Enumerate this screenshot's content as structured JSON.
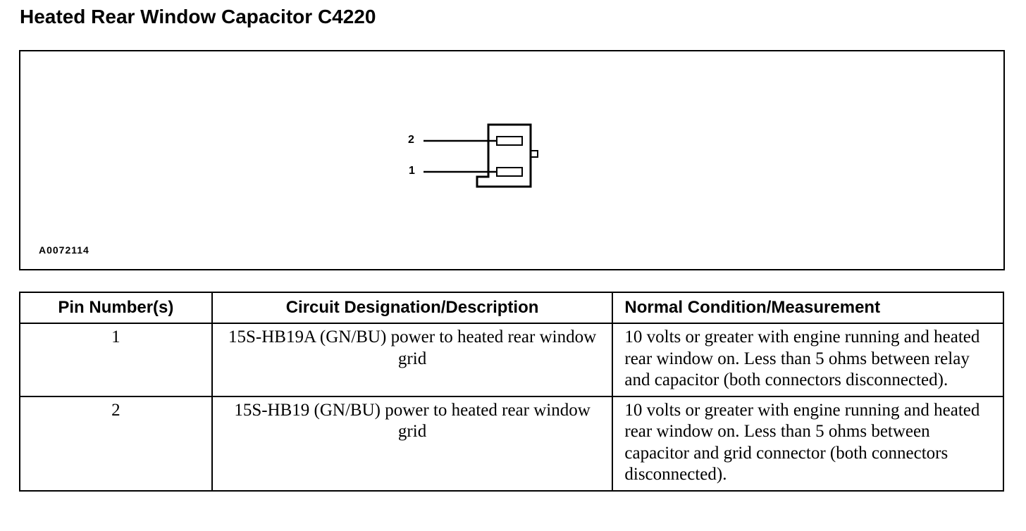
{
  "title": "Heated Rear Window Capacitor C4220",
  "figure": {
    "id": "A0072114",
    "pin_labels": [
      "2",
      "1"
    ]
  },
  "table": {
    "headers": [
      "Pin Number(s)",
      "Circuit Designation/Description",
      "Normal Condition/Measurement"
    ],
    "rows": [
      {
        "pin": "1",
        "circuit": "15S-HB19A (GN/BU) power to heated rear window grid",
        "condition": "10 volts or greater with engine running and heated rear window on. Less than 5 ohms between relay and capacitor (both connectors disconnected)."
      },
      {
        "pin": "2",
        "circuit": "15S-HB19 (GN/BU) power to heated rear window grid",
        "condition": "10 volts or greater with engine running and heated rear window on. Less than 5 ohms between capacitor and grid connector (both connectors disconnected)."
      }
    ]
  }
}
